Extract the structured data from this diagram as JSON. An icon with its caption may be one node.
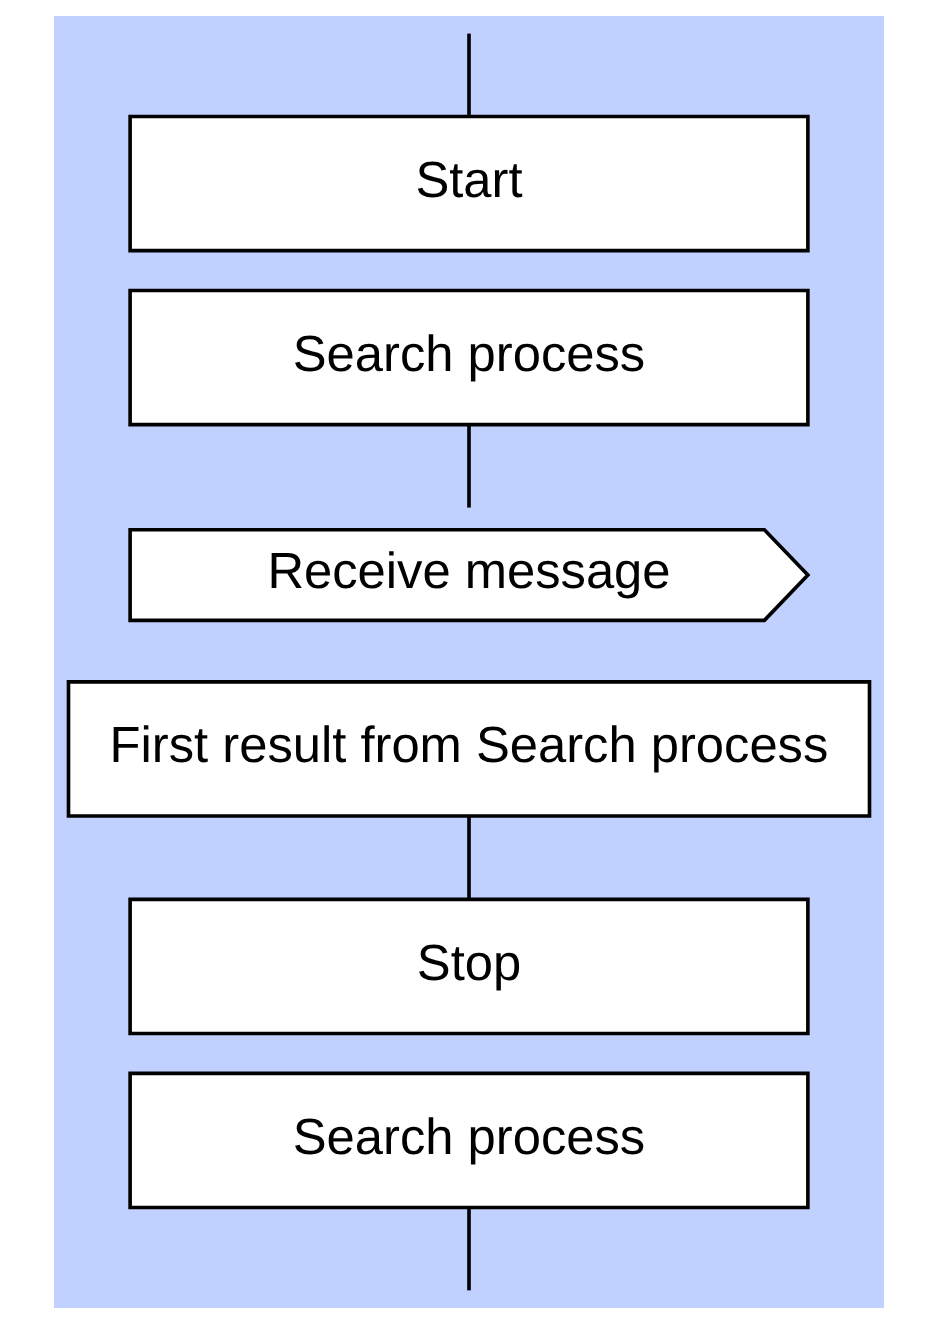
{
  "diagram": {
    "nodes": [
      {
        "text": [
          "Start"
        ]
      },
      {
        "text": [
          "Search process"
        ]
      },
      {
        "text": [
          "Receive message"
        ]
      },
      {
        "text": [
          "First result from Search process"
        ]
      },
      {
        "text": [
          "Stop"
        ]
      },
      {
        "text": [
          "Search process"
        ]
      }
    ],
    "edges": [
      {
        "from": null,
        "to": 0,
        "arrow": "none"
      },
      {
        "from": 1,
        "to": 2,
        "arrow": "none"
      },
      {
        "from": 3,
        "to": 4,
        "arrow": "none"
      },
      {
        "from": 5,
        "to": null,
        "arrow": "none"
      }
    ]
  }
}
